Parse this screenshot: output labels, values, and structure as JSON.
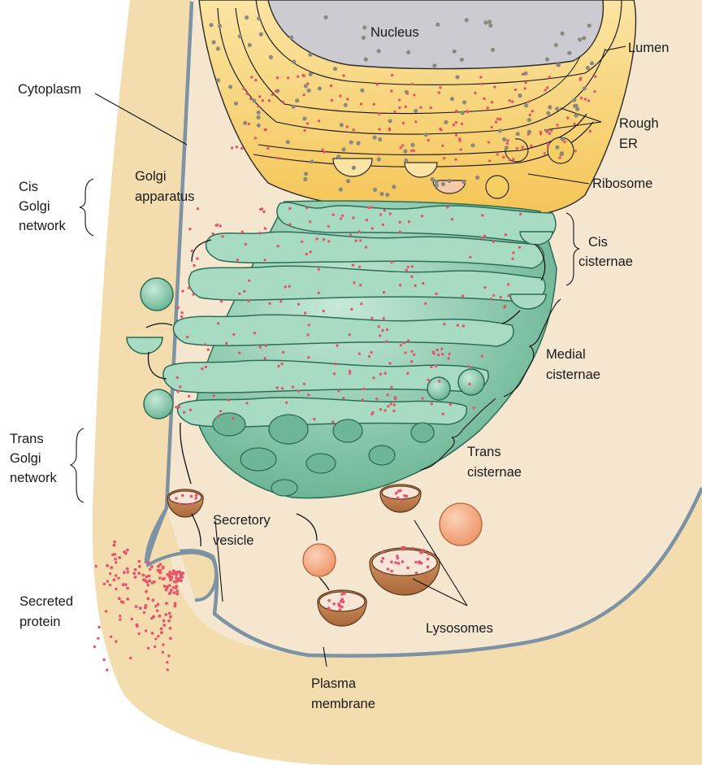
{
  "labels": {
    "nucleus": "Nucleus",
    "lumen": "Lumen",
    "cytoplasm": "Cytoplasm",
    "rough_er": [
      "Rough",
      "ER"
    ],
    "ribosome": "Ribosome",
    "cis_golgi_network": [
      "Cis",
      "Golgi",
      "network"
    ],
    "golgi_apparatus": [
      "Golgi",
      "apparatus"
    ],
    "cis_cisternae": [
      "Cis",
      "cisternae"
    ],
    "medial_cisternae": [
      "Medial",
      "cisternae"
    ],
    "trans_golgi_network": [
      "Trans",
      "Golgi",
      "network"
    ],
    "trans_cisternae": [
      "Trans",
      "cisternae"
    ],
    "secretory_vesicle": [
      "Secretory",
      "vesicle"
    ],
    "secreted_protein": [
      "Secreted",
      "protein"
    ],
    "lysosomes": "Lysosomes",
    "plasma_membrane": [
      "Plasma",
      "membrane"
    ]
  },
  "colors": {
    "cytoplasm": "#f5e6cf",
    "outer_cell": "#f3dcae",
    "membrane": "#7d93a4",
    "er": "#f8d27a",
    "nucleus": "#cccbd1",
    "golgi": "#8fcfb0",
    "golgi_dark": "#3f8f71",
    "protein_dot": "#e8546b",
    "ribosome_dot": "#8a8a80",
    "lysosome": "#c98a56",
    "orange_vesicle": "#f2a37a"
  }
}
